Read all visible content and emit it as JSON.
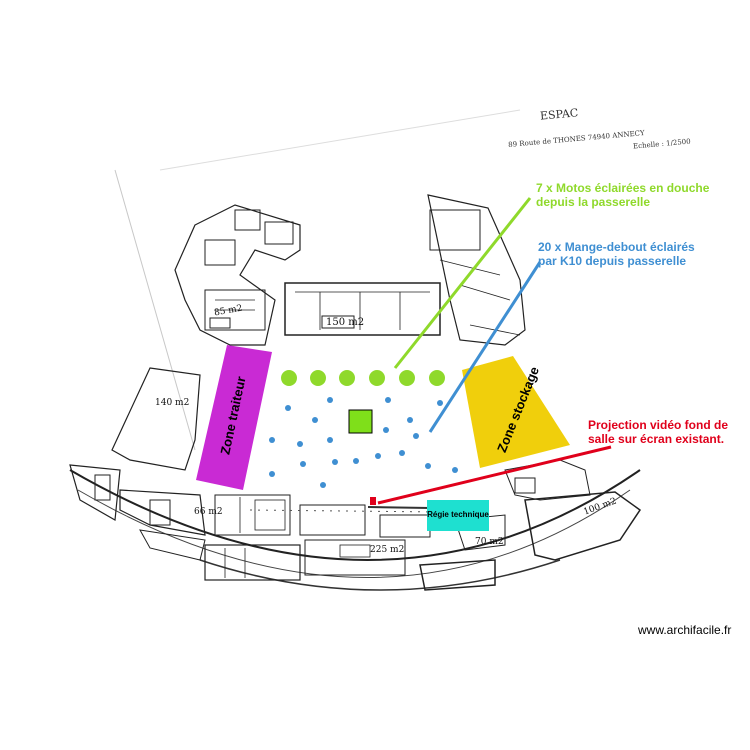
{
  "header": {
    "title": "ESPAC",
    "address": "89 Route de THONES   74940 ANNECY",
    "scale": "Echelle : 1/2500"
  },
  "annotations": {
    "motos": {
      "line1": "7 x Motos éclairées en douche",
      "line2": "depuis la passerelle",
      "color": "#8fd92b"
    },
    "mange": {
      "line1": "20 x Mange-debout éclairés",
      "line2": "par K10 depuis passerelle",
      "color": "#3f8fd2"
    },
    "projection": {
      "line1": "Projection vidéo fond de",
      "line2": "salle sur écran existant.",
      "color": "#e0001b"
    }
  },
  "zones": {
    "traiteur": {
      "label": "Zone traiteur",
      "color": "#c92ad4"
    },
    "stockage": {
      "label": "Zone stockage",
      "color": "#f0cf0c"
    },
    "regie": {
      "label": "Régie technique",
      "color": "#1ee0d0"
    },
    "center_color": "#7fdf1a"
  },
  "areas": {
    "a150": "150 m2",
    "a85": "85 m2",
    "a140": "140 m2",
    "a66": "66 m2",
    "a225": "225 m2",
    "a70": "70 m2",
    "a100": "100 m2"
  },
  "watermark": "www.archifacile.fr"
}
